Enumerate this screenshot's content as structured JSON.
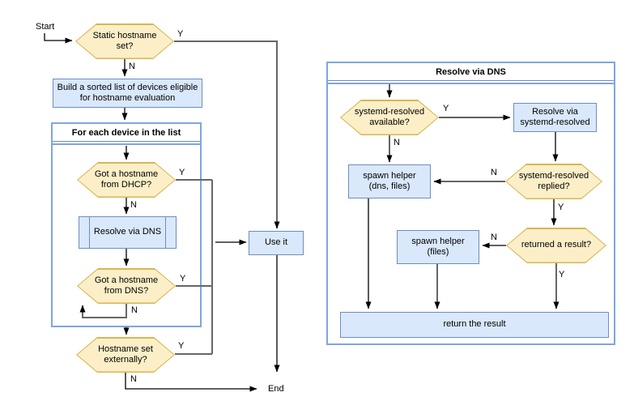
{
  "diagram": {
    "colors": {
      "decision_fill": "#fcefc7",
      "decision_border": "#d6b656",
      "process_fill": "#dae8fc",
      "process_border": "#6c8ebf",
      "container_border": "#7ea6e0",
      "line_gray": "#666666",
      "line_black": "#000000"
    },
    "labels": {
      "start": "Start",
      "end": "End",
      "yes": "Y",
      "no": "N"
    },
    "main_flow": {
      "static_hostname": "Static hostname set?",
      "build_list": "Build a sorted list of devices eligible for hostname evaluation",
      "foreach_title": "For each device in the list",
      "got_dhcp": "Got a hostname from DHCP?",
      "resolve_subprocess": "Resolve via DNS",
      "got_dns": "Got a hostname from DNS?",
      "set_externally": "Hostname set externally?",
      "use_it": "Use it"
    },
    "resolve_via_dns": {
      "title": "Resolve via DNS",
      "available": "systemd-resolved available?",
      "resolve_systemd": "Resolve via systemd-resolved",
      "spawn_helper_dns_files": "spawn helper (dns, files)",
      "replied": "systemd-resolved replied?",
      "returned_result": "returned a result?",
      "spawn_helper_files": "spawn helper (files)",
      "return_result": "return the result"
    }
  }
}
